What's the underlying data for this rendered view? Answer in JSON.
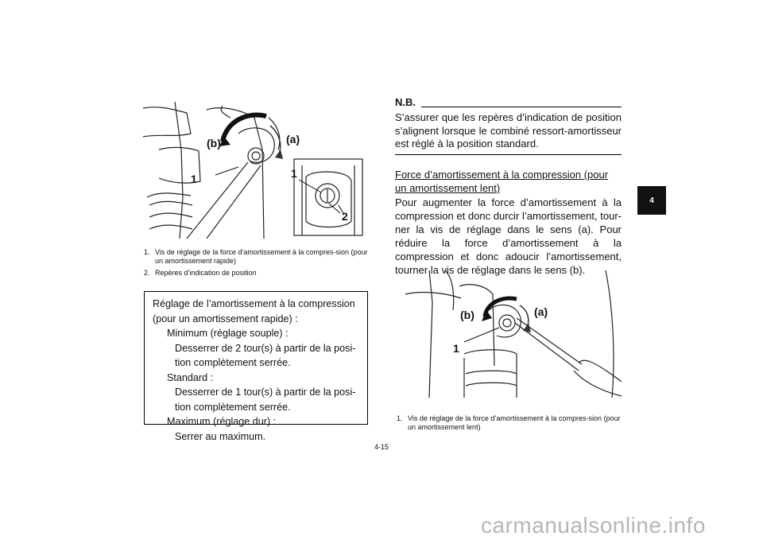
{
  "figure_left": {
    "label_b": "(b)",
    "label_a": "(a)",
    "label_1": "1",
    "inset_label_1": "1",
    "inset_label_2": "2"
  },
  "caption_left": [
    {
      "num": "1.",
      "text": "Vis de réglage de la force d’amortissement à la compres-sion (pour un amortissement rapide)"
    },
    {
      "num": "2.",
      "text": "Repères d’indication de position"
    }
  ],
  "spec_box": {
    "title_line1": "Réglage de l’amortissement à la compression",
    "title_line2": "(pour un amortissement rapide) :",
    "min_label": "Minimum (réglage souple) :",
    "min_text_1": "Desserrer de 2 tour(s) à partir de la posi-",
    "min_text_2": "tion complètement serrée.",
    "std_label": "Standard :",
    "std_text_1": "Desserrer de 1 tour(s) à partir de la posi-",
    "std_text_2": "tion complètement serrée.",
    "max_label": "Maximum (réglage dur) :",
    "max_text": "Serrer au maximum."
  },
  "note": {
    "title": "N.B.",
    "text": "S’assurer que les repères d’indication de position s’alignent lorsque le combiné ressort-amortisseur est réglé à la position standard."
  },
  "section": {
    "heading": "Force d’amortissement à la compression (pour un amortissement lent)",
    "body": "Pour augmenter la force d’amortissement à la compression et donc durcir l’amortissement, tour-ner la vis de réglage dans le sens (a). Pour réduire la force d’amortissement à la compression et donc adoucir l’amortissement, tourner la vis de réglage dans le sens (b)."
  },
  "figure_right": {
    "label_b": "(b)",
    "label_a": "(a)",
    "label_1": "1"
  },
  "caption_right": [
    {
      "num": "1.",
      "text": "Vis de réglage de la force d’amortissement à la compres-sion (pour un amortissement lent)"
    }
  ],
  "chapter_tab": "4",
  "page_number": "4-15",
  "watermark": "carmanualsonline.info"
}
